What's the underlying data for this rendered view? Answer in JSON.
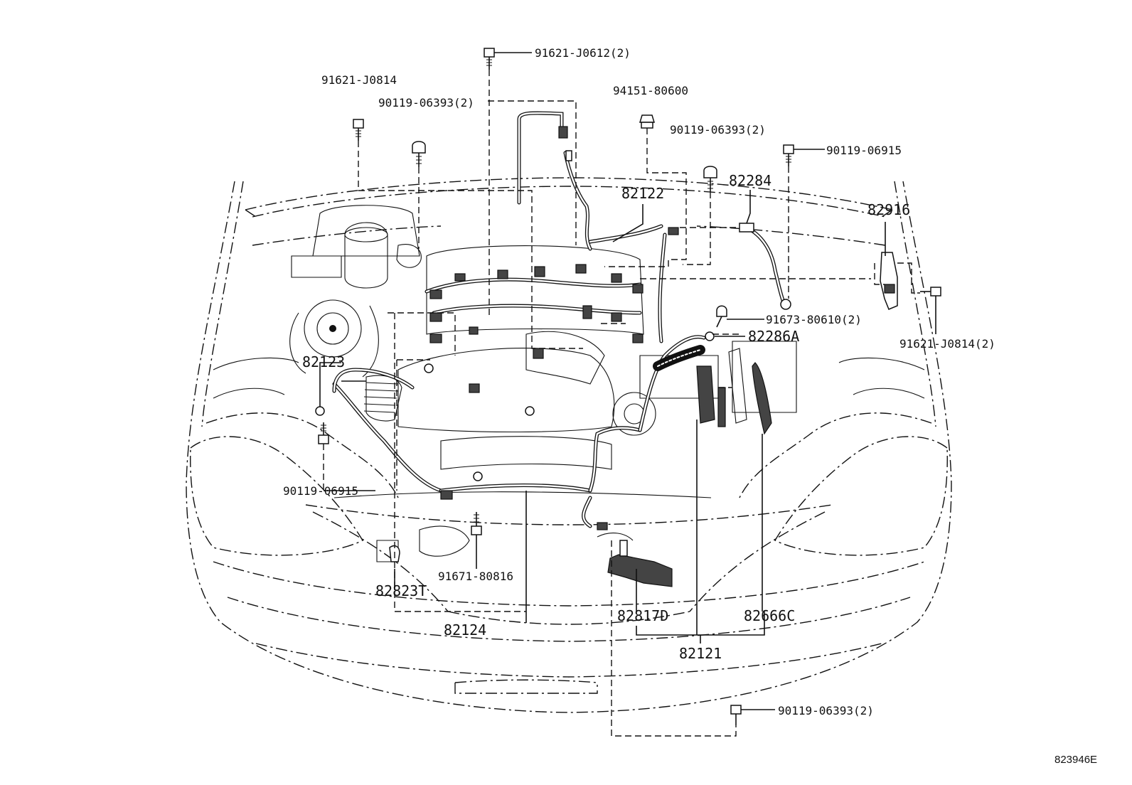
{
  "labels": [
    {
      "id": "91621-J0612",
      "text": "91621-J0612(2)"
    },
    {
      "id": "91621-J0814-top",
      "text": "91621-J0814"
    },
    {
      "id": "90119-06393-a",
      "text": "90119-06393(2)"
    },
    {
      "id": "94151-80600",
      "text": "94151-80600"
    },
    {
      "id": "90119-06393-b",
      "text": "90119-06393(2)"
    },
    {
      "id": "90119-06915-top",
      "text": "90119-06915"
    },
    {
      "id": "82284",
      "text": "82284"
    },
    {
      "id": "82122",
      "text": "82122"
    },
    {
      "id": "82916",
      "text": "82916"
    },
    {
      "id": "91673-80610",
      "text": "91673-80610(2)"
    },
    {
      "id": "82286A",
      "text": "82286A"
    },
    {
      "id": "91621-J0814-right",
      "text": "91621-J0814(2)"
    },
    {
      "id": "82123",
      "text": "82123"
    },
    {
      "id": "90119-06915-left",
      "text": "90119-06915"
    },
    {
      "id": "91671-80816",
      "text": "91671-80816"
    },
    {
      "id": "82823T",
      "text": "82823T"
    },
    {
      "id": "82124",
      "text": "82124"
    },
    {
      "id": "82817D",
      "text": "82817D"
    },
    {
      "id": "82666C",
      "text": "82666C"
    },
    {
      "id": "82121",
      "text": "82121"
    },
    {
      "id": "90119-06393-c",
      "text": "90119-06393(2)"
    }
  ],
  "illustration_ref": "823946E"
}
